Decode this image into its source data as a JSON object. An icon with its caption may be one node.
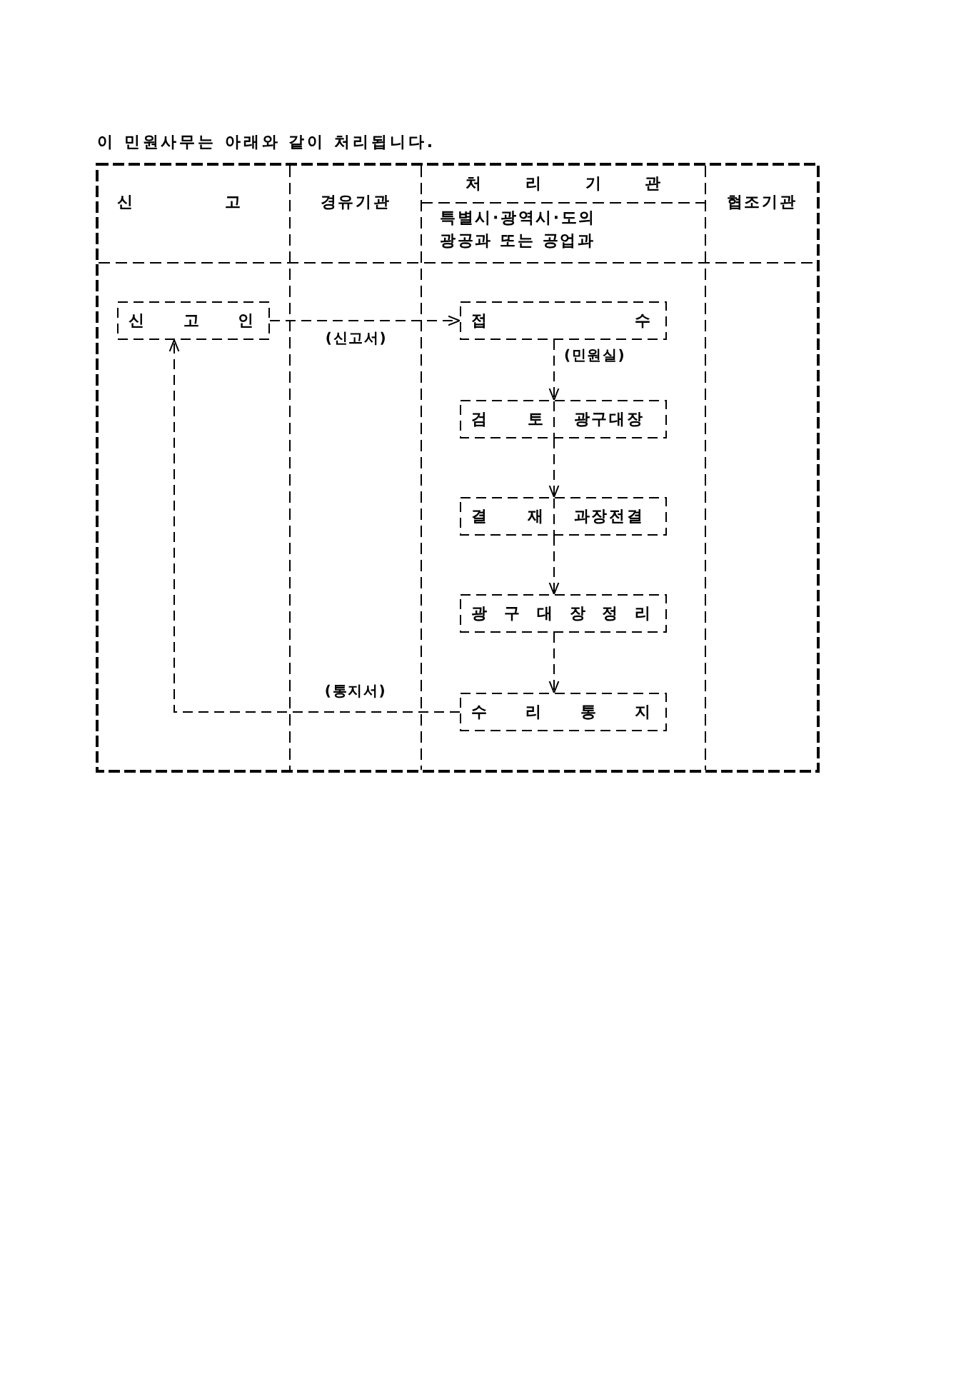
{
  "diagram": {
    "title": "이 민원사무는 아래와 같이 처리됩니다.",
    "nodes": [
      {
        "text": [
          "신 고 인"
        ]
      },
      {
        "text": [
          "접 수"
        ]
      },
      {
        "text": [
          "검 토",
          "광구대장"
        ]
      },
      {
        "text": [
          "결 재",
          "과장전결"
        ]
      },
      {
        "text": [
          "광 구 대 장 정 리"
        ]
      },
      {
        "text": [
          "수 리 통 지"
        ]
      }
    ],
    "edges": [
      {
        "from": 0,
        "to": 1,
        "arrow": "to",
        "label": "(신고서)"
      },
      {
        "from": 1,
        "to": 2,
        "arrow": "to",
        "label": "(민원실)"
      },
      {
        "from": 2,
        "to": 3,
        "arrow": "to"
      },
      {
        "from": 3,
        "to": 4,
        "arrow": "to"
      },
      {
        "from": 4,
        "to": 5,
        "arrow": "to"
      },
      {
        "from": 5,
        "to": 0,
        "arrow": "to",
        "label": "(통지서)"
      }
    ],
    "labels": [
      "신 고",
      "경유기관",
      "처 리 기 관",
      "특별시·광역시·도의 광공과 또는 공업과",
      "협조기관"
    ]
  }
}
